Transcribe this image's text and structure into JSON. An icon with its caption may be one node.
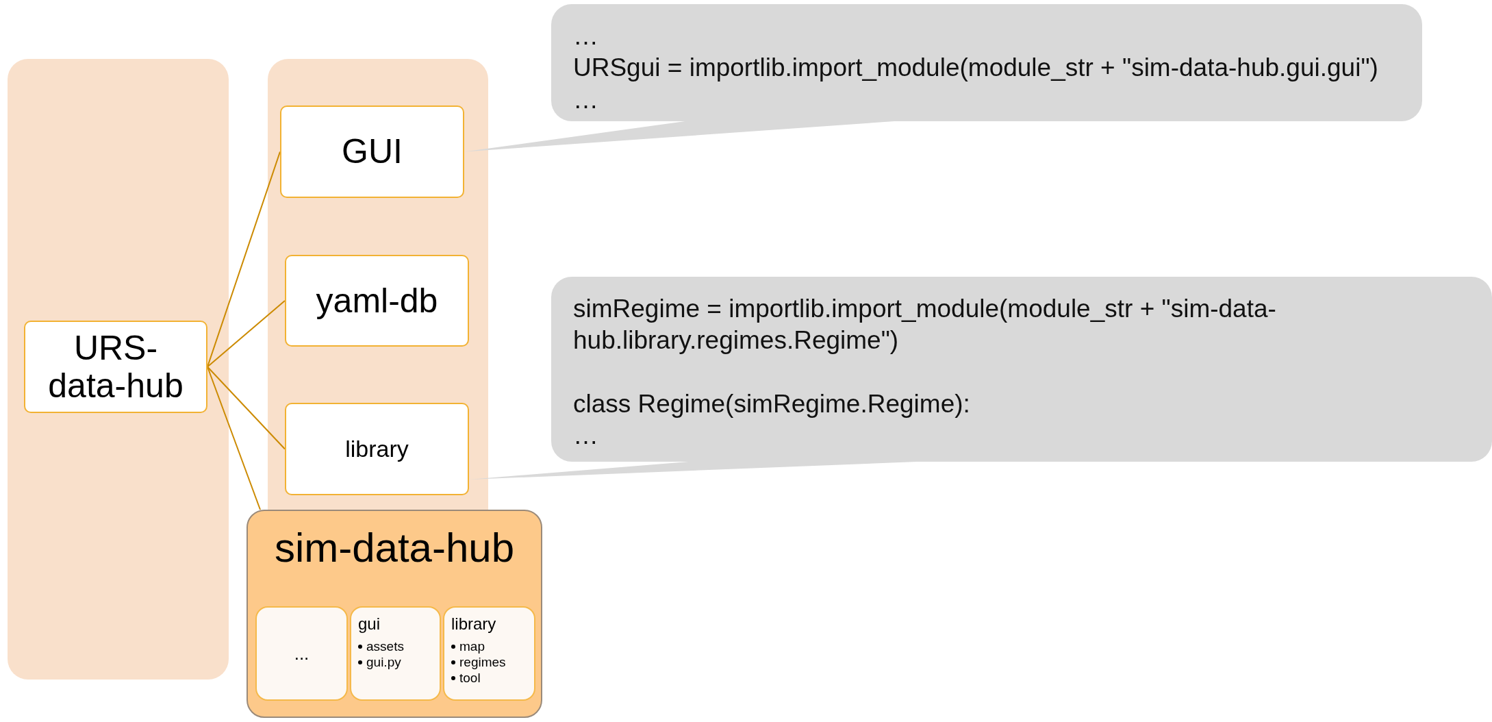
{
  "diagram": {
    "nodes": [
      {
        "text": [],
        "shape": "box"
      },
      {
        "text": [
          "URS-data-hub"
        ],
        "in": 0
      },
      {
        "text": [],
        "shape": "box"
      },
      {
        "text": [
          "GUI"
        ],
        "in": 2
      },
      {
        "text": [
          "yaml-db"
        ],
        "in": 2
      },
      {
        "text": [
          "library"
        ],
        "in": 2
      },
      {
        "text": [
          "sim-data-hub"
        ]
      },
      {
        "text": [
          "..."
        ],
        "in": 6
      },
      {
        "text": [
          "gui",
          "assets",
          "gui.py"
        ],
        "in": 6
      },
      {
        "text": [
          "library",
          "map",
          "regimes",
          "tool"
        ],
        "in": 6
      },
      {
        "text": [
          "…",
          "URSgui = importlib.import_module(module_str + \"sim-data-hub.gui.gui\")",
          "…"
        ]
      },
      {
        "text": [
          "simRegime = importlib.import_module(module_str + \"sim-data-hub.library.regimes.Regime\")",
          "class Regime(simRegime.Regime):",
          "…"
        ]
      }
    ],
    "edges": [
      {
        "from": 1,
        "to": 3,
        "arrow": "none"
      },
      {
        "from": 1,
        "to": 4,
        "arrow": "none"
      },
      {
        "from": 1,
        "to": 5,
        "arrow": "none"
      },
      {
        "from": 1,
        "to": 6,
        "arrow": "none"
      },
      {
        "from": 10,
        "to": 3,
        "arrow": "none",
        "color": "#d9d9d9"
      },
      {
        "from": 11,
        "to": 5,
        "arrow": "none",
        "color": "#d9d9d9"
      }
    ]
  }
}
